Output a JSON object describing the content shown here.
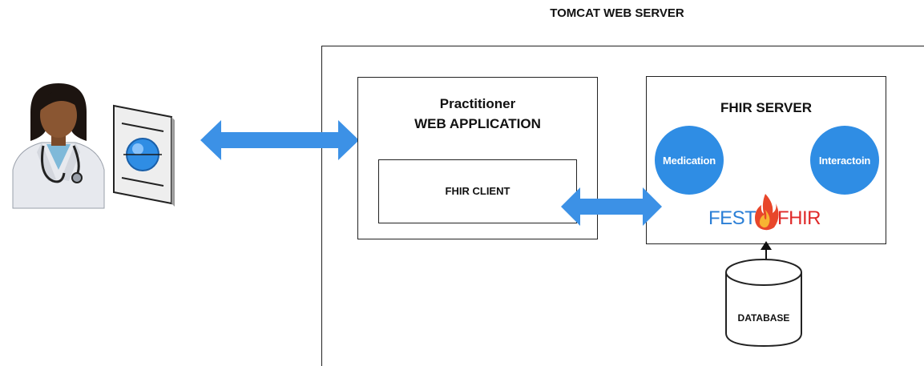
{
  "diagram": {
    "server_title": "TOMCAT WEB SERVER",
    "webapp": {
      "title_line1": "Practitioner",
      "title_line2": "WEB APPLICATION",
      "client_label": "FHIR CLIENT"
    },
    "fhir_server": {
      "title": "FHIR SERVER",
      "node_left": "Medication",
      "node_right": "Interactoin",
      "logo_left": "FEST",
      "logo_right": "FHIR"
    },
    "database_label": "DATABASE"
  },
  "colors": {
    "arrow": "#3c91e6",
    "node": "#2f8de4",
    "logo_blue": "#2b7fd6",
    "logo_red": "#e02a2a"
  },
  "icons": {
    "user": "doctor-avatar-icon",
    "device": "web-document-globe-icon",
    "logo_flame": "flame-icon"
  }
}
